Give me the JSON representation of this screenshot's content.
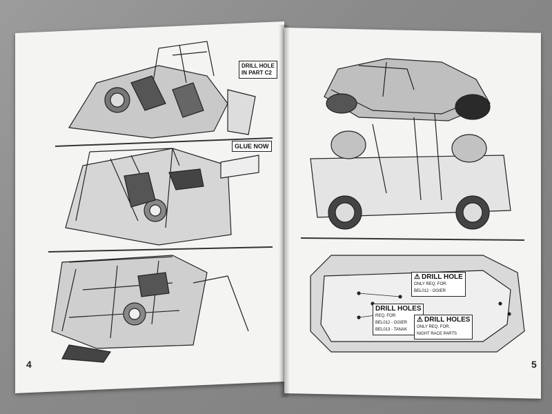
{
  "left_page": {
    "page_number": "4",
    "callouts": {
      "drill_hole_title": "DRILL HOLE",
      "drill_hole_sub": "IN PART C2",
      "glue_now": "GLUE NOW"
    }
  },
  "right_page": {
    "page_number": "5",
    "callouts": {
      "drill_hole_single_title": "DRILL HOLE",
      "drill_hole_single_req": "ONLY REQ. FOR:",
      "drill_hole_single_model": "BEL012 - OGIER",
      "drill_holes_title": "DRILL HOLES",
      "drill_holes_req": "REQ. FOR:",
      "drill_holes_model1": "BEL012 - OGIER",
      "drill_holes_model2": "BEL013 - TANAK",
      "drill_holes_race_title": "DRILL HOLES",
      "drill_holes_race_req": "ONLY REQ. FOR:",
      "drill_holes_race_parts": "NIGHT RACE PARTS"
    }
  },
  "colors": {
    "background": "#8a8a8a",
    "paper": "#f4f4f2",
    "ink": "#222222"
  }
}
